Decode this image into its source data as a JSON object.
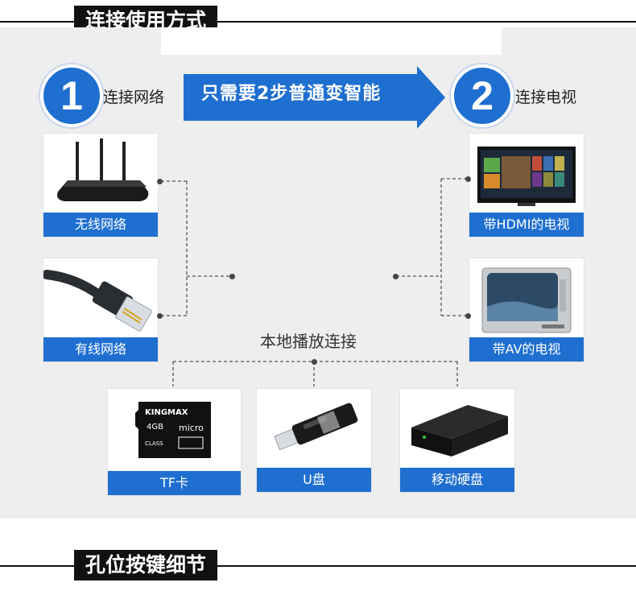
{
  "sections": {
    "top_title": "连接使用方式",
    "bottom_title": "孔位按键细节"
  },
  "steps": [
    {
      "number": "1",
      "label": "连接网络"
    },
    {
      "number": "2",
      "label": "连接电视"
    }
  ],
  "banner": {
    "text": "只需要2步普通变智能"
  },
  "network_cards": [
    {
      "label": "无线网络",
      "icon": "router-icon"
    },
    {
      "label": "有线网络",
      "icon": "ethernet-cable-icon"
    }
  ],
  "tv_cards": [
    {
      "label": "带HDMI的电视",
      "icon": "flat-tv-icon"
    },
    {
      "label": "带AV的电视",
      "icon": "crt-tv-icon"
    }
  ],
  "local_playback": {
    "title": "本地播放连接",
    "devices": [
      {
        "label": "TF卡",
        "icon": "tf-card-icon",
        "card_brand": "KINGMAX",
        "card_capacity": "4GB",
        "card_text": "micro",
        "card_class": "CLASS"
      },
      {
        "label": "U盘",
        "icon": "usb-drive-icon"
      },
      {
        "label": "移动硬盘",
        "icon": "hard-drive-icon"
      }
    ]
  },
  "colors": {
    "accent_blue": "#1f6fd1",
    "panel_bg": "#eeeeef",
    "title_bg": "#111111"
  }
}
